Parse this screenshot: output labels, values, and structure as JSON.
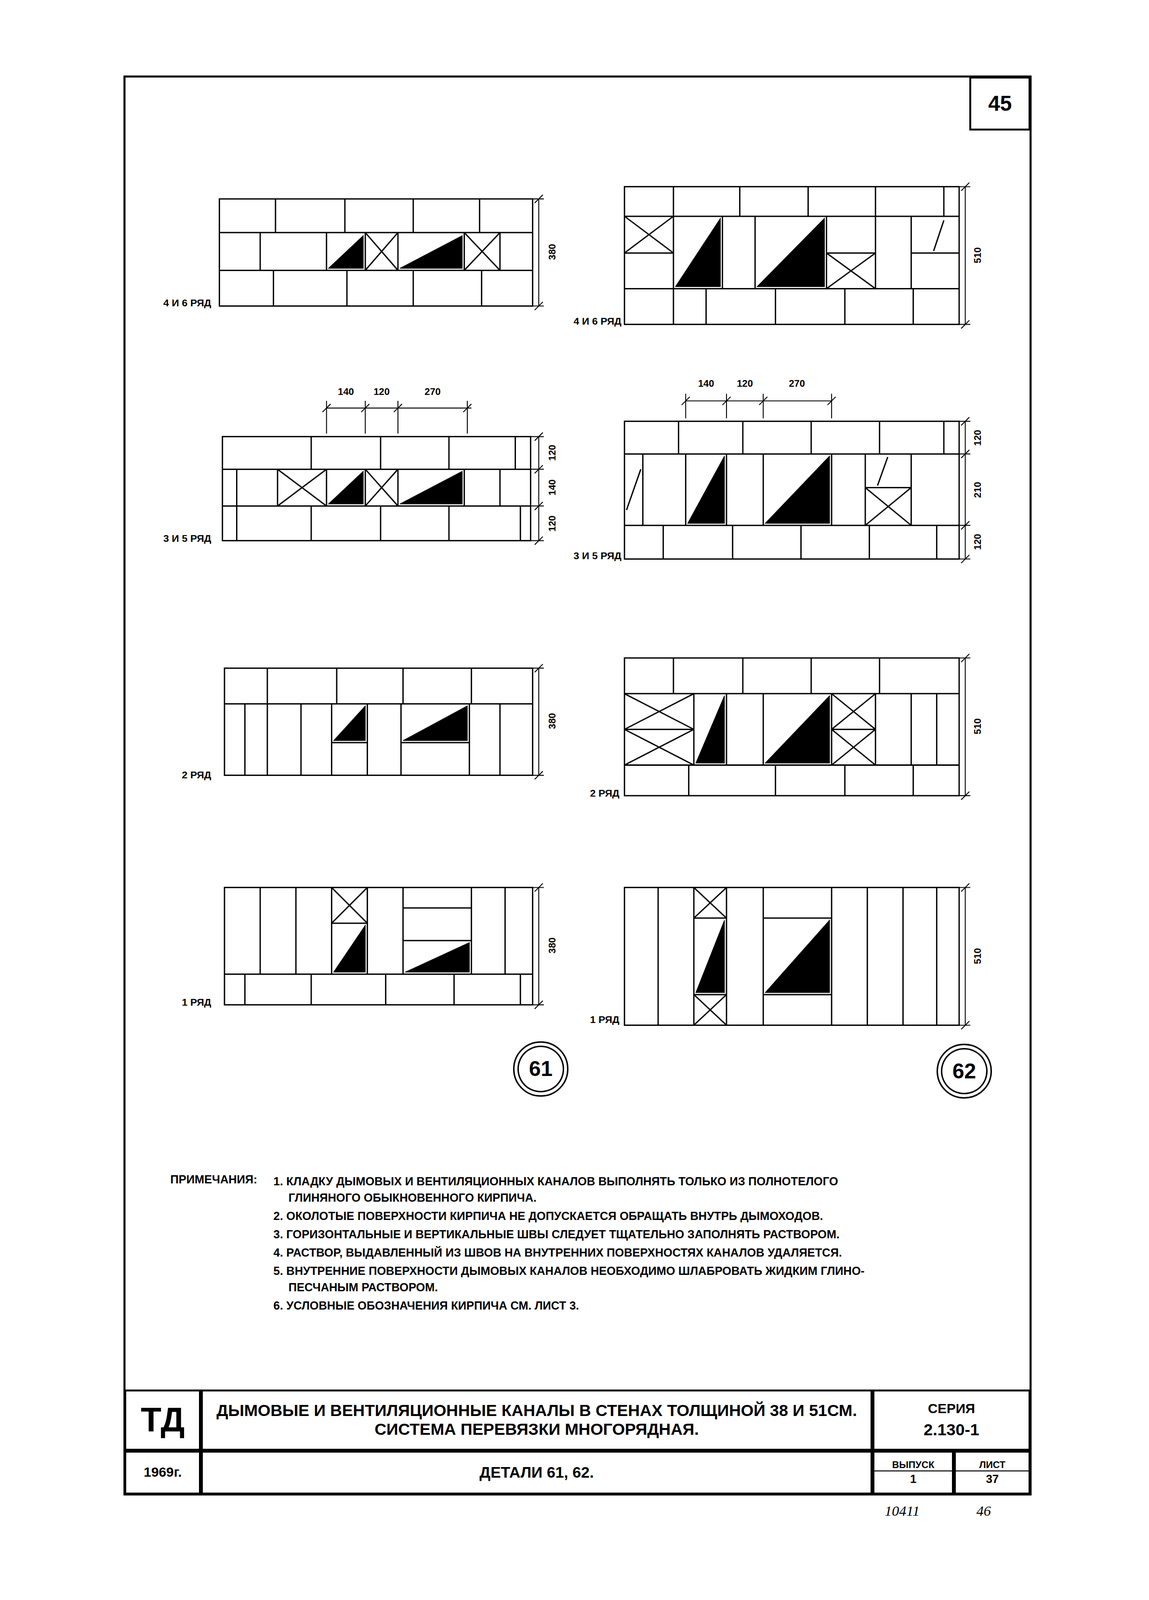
{
  "diagram": {
    "nodes": [
      {
        "text": [
          "45"
        ]
      },
      {
        "text": [
          "61"
        ]
      },
      {
        "text": [
          "62"
        ]
      },
      {
        "text": [
          "ТД"
        ]
      },
      {
        "text": [
          "ДЫМОВЫЕ И ВЕНТИЛЯЦИОННЫЕ КАНАЛЫ В СТЕНАХ ТОЛЩИНОЙ 38 И 51СМ. СИСТЕМА ПЕРЕВЯЗКИ МНОГОРЯДНАЯ."
        ]
      },
      {
        "text": [
          "СЕРИЯ",
          "2.130-1"
        ]
      },
      {
        "text": [
          "1969г."
        ]
      },
      {
        "text": [
          "ДЕТАЛИ 61, 62."
        ]
      },
      {
        "text": [
          "ВЫПУСК",
          "1"
        ]
      },
      {
        "text": [
          "ЛИСТ",
          "37"
        ]
      }
    ],
    "labels": [
      "4 И 6 РЯД",
      "380",
      "4 И 6 РЯД",
      "510",
      "140",
      "120",
      "270",
      "140",
      "120",
      "270",
      "120",
      "140",
      "120",
      "3 И 5 РЯД",
      "120",
      "210",
      "120",
      "3 И 5 РЯД",
      "380",
      "2 РЯД",
      "510",
      "2 РЯД",
      "380",
      "1 РЯД",
      "510",
      "1 РЯД",
      "ПРИМЕЧАНИЯ:",
      "1. КЛАДКУ ДЫМОВЫХ И ВЕНТИЛЯЦИОННЫХ КАНАЛОВ ВЫПОЛНЯТЬ ТОЛЬКО ИЗ ПОЛНОТЕЛОГО ГЛИНЯНОГО ОБЫКНОВЕННОГО КИРПИЧА.",
      "2. ОКОЛОТЫЕ ПОВЕРХНОСТИ КИРПИЧА НЕ ДОПУСКАЕТСЯ ОБРАЩАТЬ ВНУТРЬ ДЫМОХОДОВ.",
      "3. ГОРИЗОНТАЛЬНЫЕ И ВЕРТИКАЛЬНЫЕ ШВЫ СЛЕДУЕТ ТЩАТЕЛЬНО ЗАПОЛНЯТЬ РАСТВОРОМ.",
      "4. РАСТВОР, ВЫДАВЛЕННЫЙ ИЗ ШВОВ НА ВНУТРЕННИХ ПОВЕРХНОСТЯХ КАНАЛОВ УДАЛЯЕТСЯ.",
      "5. ВНУТРЕННИЕ ПОВЕРХНОСТИ ДЫМОВЫХ КАНАЛОВ НЕОБХОДИМО ШЛАБРОВАТЬ ЖИДКИМ ГЛИНО-ПЕСЧАНЫМ РАСТВОРОМ.",
      "6. УСЛОВНЫЕ ОБОЗНАЧЕНИЯ КИРПИЧА СМ. ЛИСТ 3.",
      "10411",
      "46"
    ]
  }
}
